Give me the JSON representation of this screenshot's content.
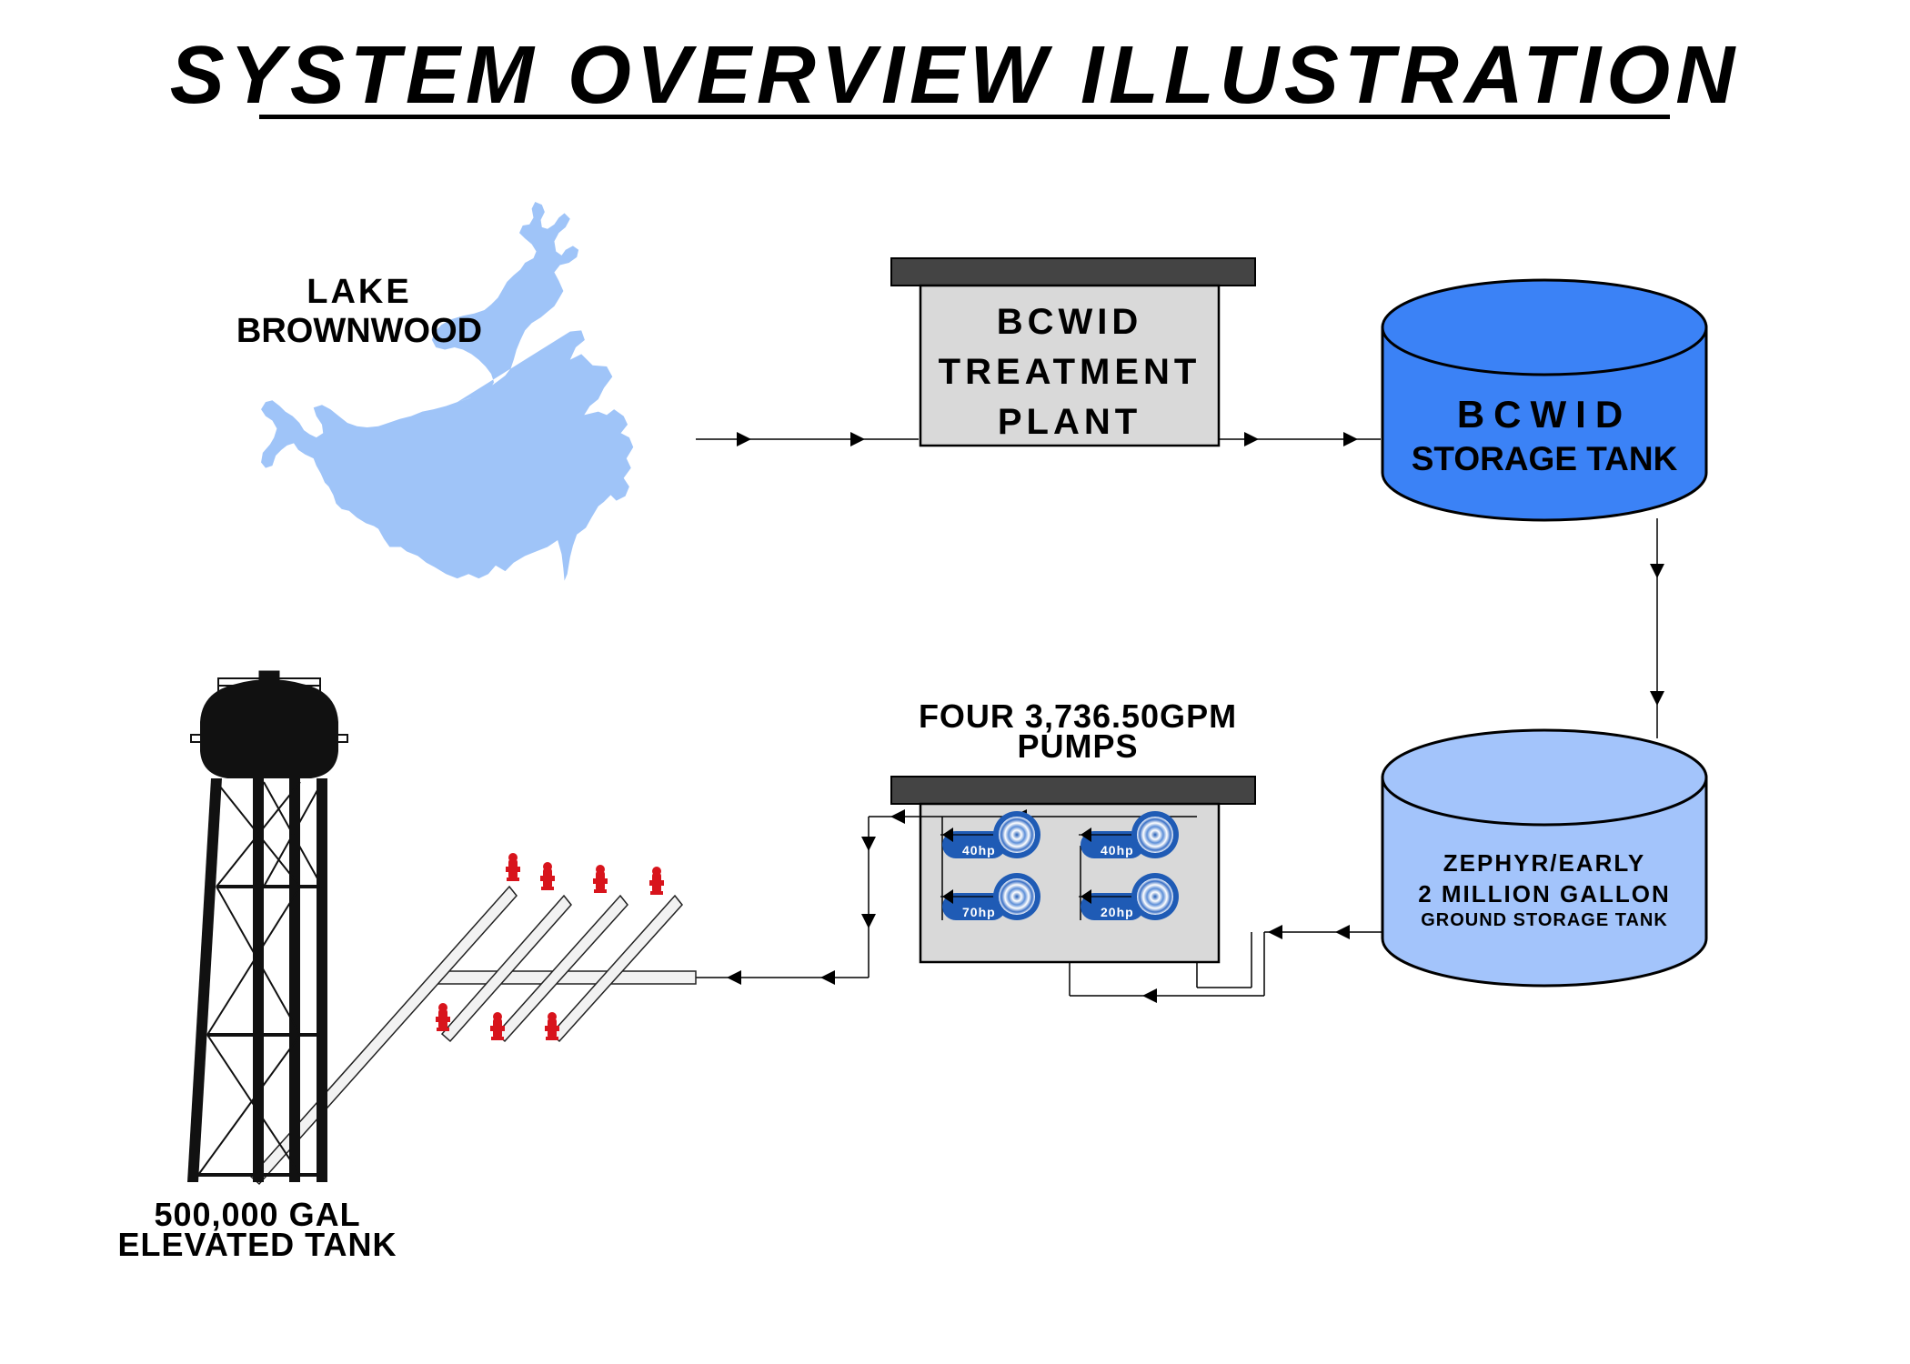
{
  "title": "SYSTEM OVERVIEW ILLUSTRATION",
  "lake": {
    "line1": "LAKE",
    "line2": "BROWNWOOD"
  },
  "treatment_plant": {
    "line1": "BCWID",
    "line2": "TREATMENT",
    "line3": "PLANT"
  },
  "storage_tank": {
    "line1": "BCWID",
    "line2": "STORAGE TANK",
    "color": "#3b82f6"
  },
  "ground_tank": {
    "line1": "ZEPHYR/EARLY",
    "line2": "2 MILLION GALLON",
    "line3": "GROUND STORAGE TANK",
    "color": "#a3c4fb"
  },
  "pumps": {
    "label_line1": "FOUR 3,736.50GPM",
    "label_line2": "PUMPS",
    "items": [
      {
        "hp": "40hp"
      },
      {
        "hp": "70hp"
      },
      {
        "hp": "40hp"
      },
      {
        "hp": "20hp"
      }
    ],
    "color": "#1f5bb5"
  },
  "elevated_tank": {
    "line1": "500,000 GAL",
    "line2": "ELEVATED TANK"
  },
  "lake_color": "#9fc4f8",
  "hydrant_color": "#d8141c"
}
